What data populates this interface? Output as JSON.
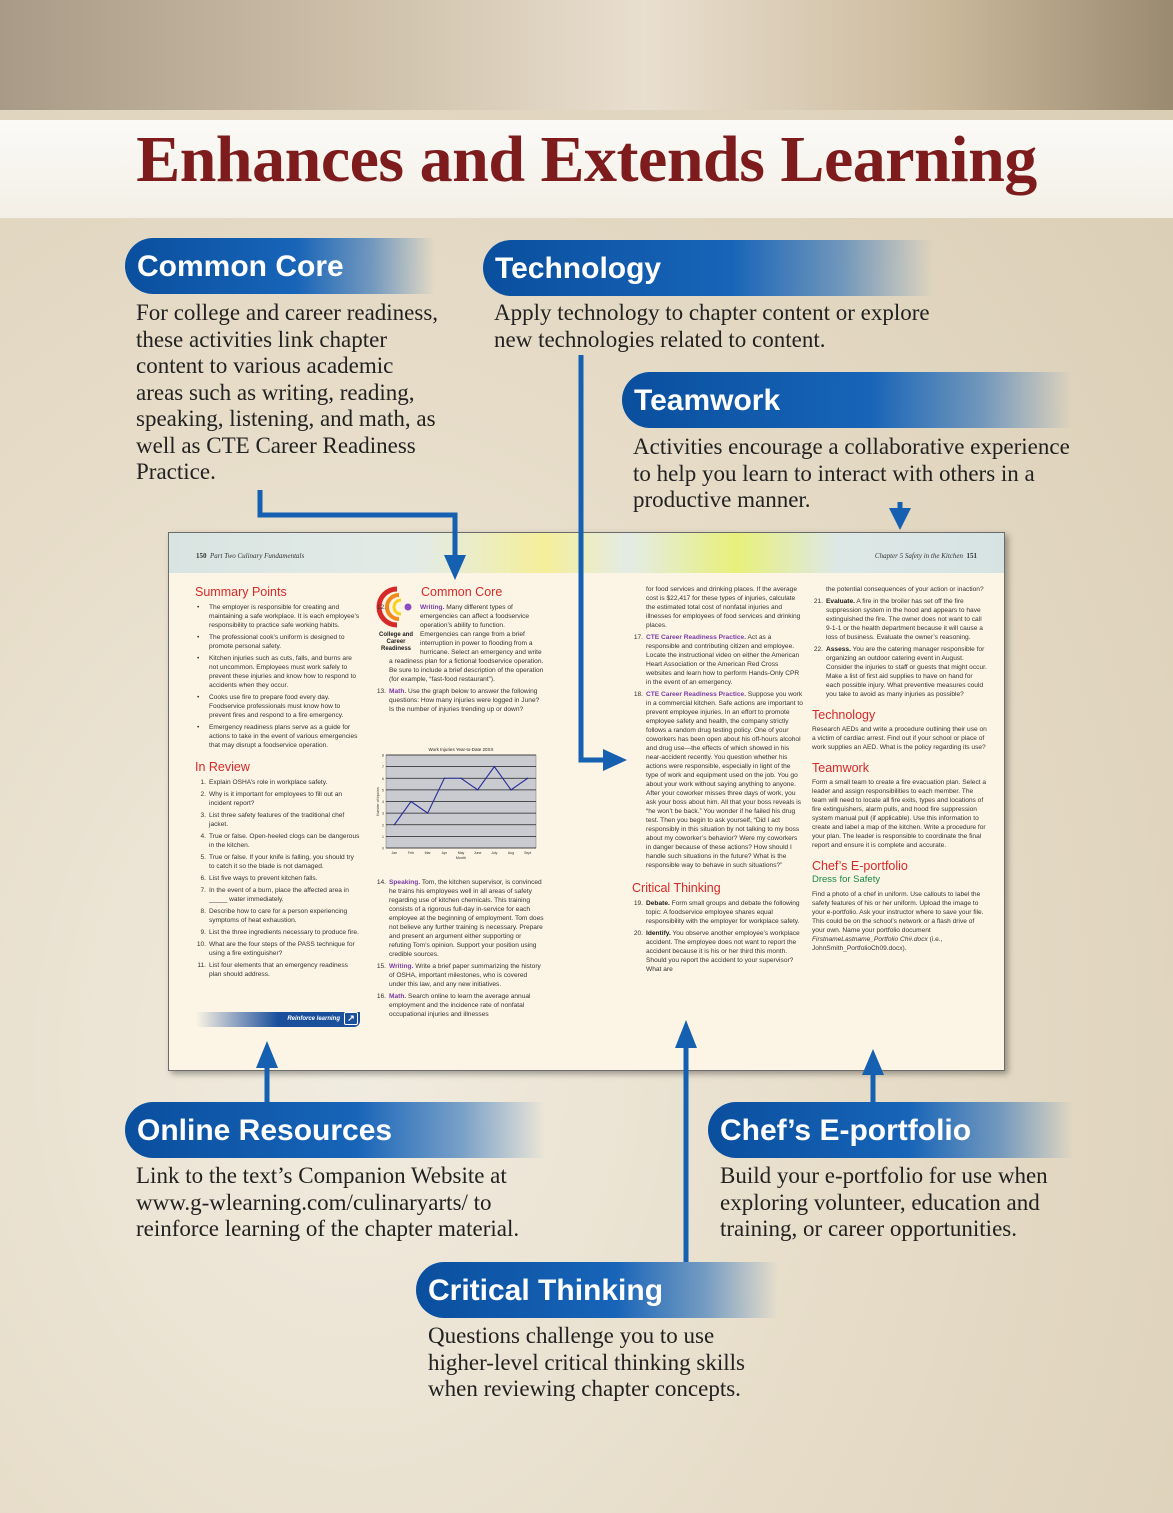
{
  "title": "Enhances and Extends Learning",
  "callouts": {
    "common_core": {
      "label": "Common Core",
      "text": "For college and career readiness, these activities link chapter content to various academic areas such as writing, reading, speaking, listening, and math, as well as CTE Career Readiness Practice."
    },
    "technology": {
      "label": "Technology",
      "text": "Apply technology to chapter content or explore new technologies related to content."
    },
    "teamwork": {
      "label": "Teamwork",
      "text": "Activities encourage a collaborative experience to help you learn to interact with others in a productive manner."
    },
    "online": {
      "label": "Online Resources",
      "text": "Link to the text’s Companion Website at www.g-wlearning.com/culinaryarts/ to reinforce learning of the chapter material."
    },
    "portfolio": {
      "label": "Chef’s E-portfolio",
      "text": "Build your e-portfolio for use when exploring volunteer, education and training, or career opportunities."
    },
    "critical": {
      "label": "Critical Thinking",
      "text": "Questions challenge you to use higher-level critical thinking skills when reviewing chapter concepts."
    }
  },
  "spread": {
    "left_header": {
      "page": "150",
      "part": "Part Two Culinary Fundamentals"
    },
    "right_header": {
      "page": "151",
      "chapter": "Chapter 5 Safety in the Kitchen"
    },
    "summary": {
      "heading": "Summary Points",
      "bullets": [
        "The employer is responsible for creating and maintaining a safe workplace. It is each employee’s responsibility to practice safe working habits.",
        "The professional cook’s uniform is designed to promote personal safety.",
        "Kitchen injuries such as cuts, falls, and burns are not uncommon. Employees must work safely to prevent these injuries and know how to respond to accidents when they occur.",
        "Cooks use fire to prepare food every day. Foodservice professionals must know how to prevent fires and respond to a fire emergency.",
        "Emergency readiness plans serve as a guide for actions to take in the event of various emergencies that may disrupt a foodservice operation."
      ]
    },
    "review": {
      "heading": "In Review",
      "items": [
        "Explain OSHA’s role in workplace safety.",
        "Why is it important for employees to fill out an incident report?",
        "List three safety features of the traditional chef jacket.",
        "True or false. Open-heeled clogs can be dangerous in the kitchen.",
        "True or false. If your knife is falling, you should try to catch it so the blade is not damaged.",
        "List five ways to prevent kitchen falls.",
        "In the event of a burn, place the affected area in _____ water immediately.",
        "Describe how to care for a person experiencing symptoms of heat exhaustion.",
        "List the three ingredients necessary to produce fire.",
        "What are the four steps of the PASS technique for using a fire extinguisher?",
        "List four elements that an emergency readiness plan should address."
      ],
      "reinforce": "Reinforce learning"
    },
    "common_core": {
      "heading": "Common Core",
      "logo_text": "College and Career Readiness",
      "items": [
        {
          "num": "12.",
          "key": "Writing.",
          "text": "Many different types of emergencies can affect a foodservice operation’s ability to function. Emergencies can range from a brief interruption in power to flooding from a hurricane. Select an emergency and write a readiness plan for a fictional foodservice operation. Be sure to include a brief description of the operation (for example, “fast-food restaurant”)."
        },
        {
          "num": "13.",
          "key": "Math.",
          "text": "Use the graph below to answer the following questions: How many injuries were logged in June? Is the number of injuries trending up or down?"
        },
        {
          "num": "14.",
          "key": "Speaking.",
          "text": "Tom, the kitchen supervisor, is convinced he trains his employees well in all areas of safety regarding use of kitchen chemicals. This training consists of a rigorous full-day in-service for each employee at the beginning of employment. Tom does not believe any further training is necessary. Prepare and present an argument either supporting or refuting Tom’s opinion. Support your position using credible sources."
        },
        {
          "num": "15.",
          "key": "Writing.",
          "text": "Write a brief paper summarizing the history of OSHA, important milestones, who is covered under this law, and any new initiatives."
        },
        {
          "num": "16.",
          "key": "Math.",
          "text": "Search online to learn the average annual employment and the incidence rate of nonfatal occupational injuries and illnesses"
        }
      ]
    },
    "col3": {
      "cont": "for food services and drinking places. If the average cost is $22,417 for these types of injuries, calculate the estimated total cost of nonfatal injuries and illnesses for employees of food services and drinking places.",
      "items": [
        {
          "num": "17.",
          "key": "CTE Career Readiness Practice.",
          "text": "Act as a responsible and contributing citizen and employee. Locate the instructional video on either the American Heart Association or the American Red Cross websites and learn how to perform Hands-Only CPR in the event of an emergency."
        },
        {
          "num": "18.",
          "key": "CTE Career Readiness Practice.",
          "text": "Suppose you work in a commercial kitchen. Safe actions are important to prevent employee injuries. In an effort to promote employee safety and health, the company strictly follows a random drug testing policy. One of your coworkers has been open about his off-hours alcohol and drug use—the effects of which showed in his near-accident recently. You question whether his actions were responsible, especially in light of the type of work and equipment used on the job. You go about your work without saying anything to anyone. After your coworker misses three days of work, you ask your boss about him. All that your boss reveals is “he won’t be back.” You wonder if he failed his drug test. Then you begin to ask yourself, “Did I act responsibly in this situation by not talking to my boss about my coworker’s behavior? Were my coworkers in danger because of these actions? How should I handle such situations in the future? What is the responsible way to behave in such situations?”"
        }
      ]
    },
    "critical": {
      "heading": "Critical Thinking",
      "items": [
        {
          "num": "19.",
          "key": "Debate.",
          "text": "Form small groups and debate the following topic: A foodservice employee shares equal responsibility with the employer for workplace safety."
        },
        {
          "num": "20.",
          "key": "Identify.",
          "text": "You observe another employee’s workplace accident. The employee does not want to report the accident because it is his or her third this month. Should you report the accident to your supervisor? What are"
        }
      ]
    },
    "col4": {
      "cont": "the potential consequences of your action or inaction?",
      "items": [
        {
          "num": "21.",
          "key": "Evaluate.",
          "text": "A fire in the broiler has set off the fire suppression system in the hood and appears to have extinguished the fire. The owner does not want to call 9-1-1 or the health department because it will cause a loss of business. Evaluate the owner’s reasoning."
        },
        {
          "num": "22.",
          "key": "Assess.",
          "text": "You are the catering manager responsible for organizing an outdoor catering event in August. Consider the injuries to staff or guests that might occur. Make a list of first aid supplies to have on hand for each possible injury. What preventive measures could you take to avoid as many injuries as possible?"
        }
      ]
    },
    "technology": {
      "heading": "Technology",
      "text": "Research AEDs and write a procedure outlining their use on a victim of cardiac arrest. Find out if your school or place of work supplies an AED. What is the policy regarding its use?"
    },
    "teamwork": {
      "heading": "Teamwork",
      "text": "Form a small team to create a fire evacuation plan. Select a leader and assign responsibilities to each member. The team will need to locate all fire exits, types and locations of fire extinguishers, alarm pulls, and hood fire suppression system manual pull (if applicable). Use this information to create and label a map of the kitchen. Write a procedure for your plan. The leader is responsible to coordinate the final report and ensure it is complete and accurate."
    },
    "portfolio": {
      "heading": "Chef’s E-portfolio",
      "subheading": "Dress for Safety",
      "text": "Find a photo of a chef in uniform. Use callouts to label the safety features of his or her uniform. Upload the image to your e-portfolio. Ask your instructor where to save your file. This could be on the school’s network or a flash drive of your own. Name your portfolio document ",
      "file": "FirstnameLastname_Portfolio Ch#.docx",
      "tail": " (i.e., JohnSmith_PortfolioCh09.docx)."
    }
  },
  "chart_data": {
    "type": "line",
    "title": "Work Injuries Year-to-Date 20XX",
    "xlabel": "Month",
    "ylabel": "Number of Injuries",
    "categories": [
      "Jan",
      "Feb",
      "Mar",
      "Apr",
      "May",
      "June",
      "July",
      "Aug",
      "Sept"
    ],
    "values": [
      2,
      4,
      3,
      6,
      6,
      5,
      7,
      5,
      6
    ],
    "ylim": [
      0,
      8
    ],
    "yticks": [
      0,
      1,
      2,
      3,
      4,
      5,
      6,
      7,
      8
    ],
    "grid": true,
    "line_color": "#2b2f9a",
    "plot_bg": "#c9cbd0"
  },
  "colors": {
    "accent_blue": "#1560b0",
    "title_red": "#7d1b1d",
    "heading_red": "#d62a2a",
    "keyword_purple": "#7a3ea8",
    "subhead_green": "#1a8a4a"
  }
}
